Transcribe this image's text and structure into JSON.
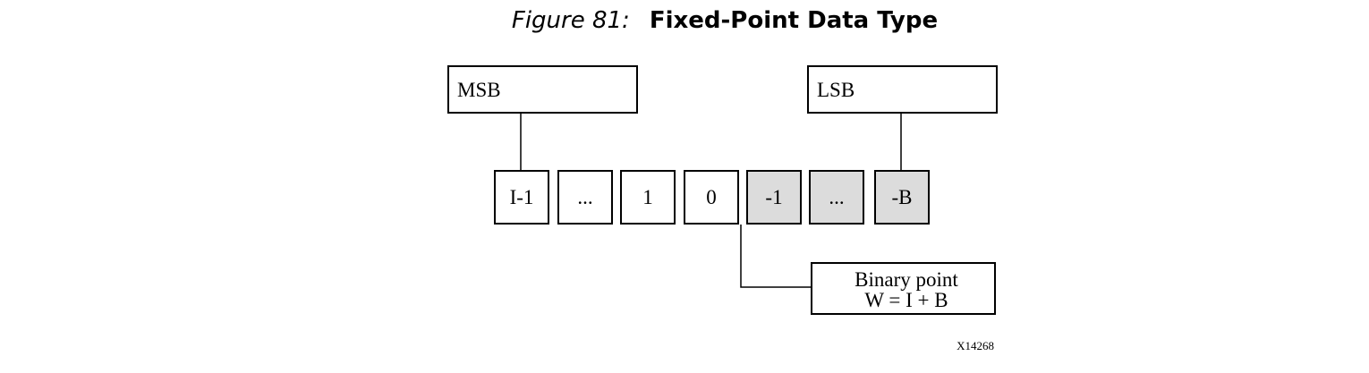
{
  "figure": {
    "label": "Figure 81:",
    "title": "Fixed-Point Data Type"
  },
  "diagram": {
    "msb_label": "MSB",
    "lsb_label": "LSB",
    "bits": [
      {
        "label": "I-1",
        "fractional": false
      },
      {
        "label": "...",
        "fractional": false
      },
      {
        "label": "1",
        "fractional": false
      },
      {
        "label": "0",
        "fractional": false
      },
      {
        "label": "-1",
        "fractional": true
      },
      {
        "label": "...",
        "fractional": true
      },
      {
        "label": "-B",
        "fractional": true
      }
    ],
    "binary_point_line1": "Binary point",
    "binary_point_line2": "W = I + B",
    "figure_id": "X14268",
    "colors": {
      "integer_fill": "#ffffff",
      "fraction_fill": "#dcdcdc",
      "stroke": "#000000"
    }
  }
}
